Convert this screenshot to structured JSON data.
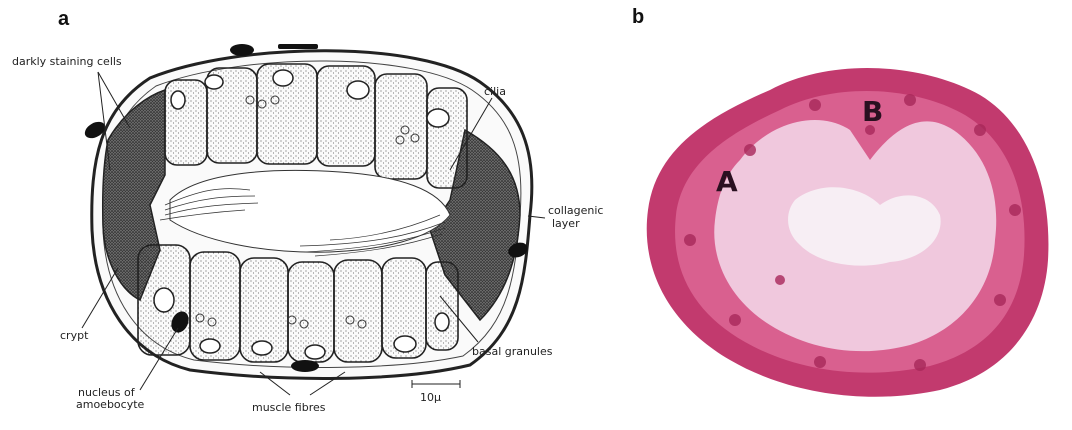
{
  "panel_a": {
    "letter": "a",
    "labels": {
      "darkly_staining_cells": "darkly staining cells",
      "cilia": "cilia",
      "collagenic_layer_line1": "collagenic",
      "collagenic_layer_line2": "layer",
      "crypt": "crypt",
      "nucleus_line1": "nucleus of",
      "nucleus_line2": "amoebocyte",
      "muscle_fibres": "muscle fibres",
      "basal_granules": "basal granules",
      "scale_bar": "10µ"
    }
  },
  "panel_b": {
    "letter": "b",
    "labels": {
      "region_a": "A",
      "region_b": "B"
    },
    "colors": {
      "stain_dark": "#c23a6e",
      "stain_mid": "#d9608f",
      "stain_light": "#f0c8dd",
      "lumen": "#f7eef4"
    }
  }
}
